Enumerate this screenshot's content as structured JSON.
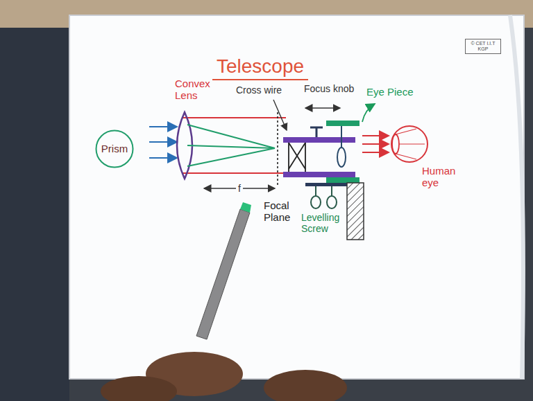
{
  "diagram": {
    "title": "Telescope",
    "nodes": [
      {
        "text": [
          "Prism"
        ]
      },
      {
        "text": [
          "© CET I.I.T KGP"
        ]
      }
    ],
    "labels": [
      "Convex Lens",
      "Cross wire",
      "Focus knob",
      "Eye Piece",
      "Human eye",
      "f",
      "Focal Plane",
      "Levelling Screw"
    ]
  }
}
